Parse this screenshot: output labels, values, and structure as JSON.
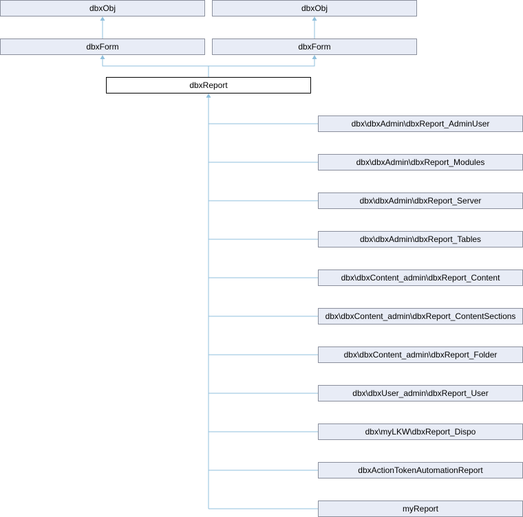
{
  "diagram": {
    "colors": {
      "node_fill": "#e8ecf6",
      "node_border": "#8a8f9c",
      "edge": "#8fbfdc",
      "current_fill": "#ffffff"
    },
    "ancestors": [
      {
        "label": "dbxObj"
      },
      {
        "label": "dbxObj"
      }
    ],
    "parents": [
      {
        "label": "dbxForm"
      },
      {
        "label": "dbxForm"
      }
    ],
    "current": {
      "label": "dbxReport"
    },
    "subclasses": [
      {
        "label": "dbx\\dbxAdmin\\dbxReport_AdminUser"
      },
      {
        "label": "dbx\\dbxAdmin\\dbxReport_Modules"
      },
      {
        "label": "dbx\\dbxAdmin\\dbxReport_Server"
      },
      {
        "label": "dbx\\dbxAdmin\\dbxReport_Tables"
      },
      {
        "label": "dbx\\dbxContent_admin\\dbxReport_Content"
      },
      {
        "label": "dbx\\dbxContent_admin\\dbxReport_ContentSections"
      },
      {
        "label": "dbx\\dbxContent_admin\\dbxReport_Folder"
      },
      {
        "label": "dbx\\dbxUser_admin\\dbxReport_User"
      },
      {
        "label": "dbx\\myLKW\\dbxReport_Dispo"
      },
      {
        "label": "dbxActionTokenAutomationReport"
      },
      {
        "label": "myReport"
      }
    ]
  }
}
